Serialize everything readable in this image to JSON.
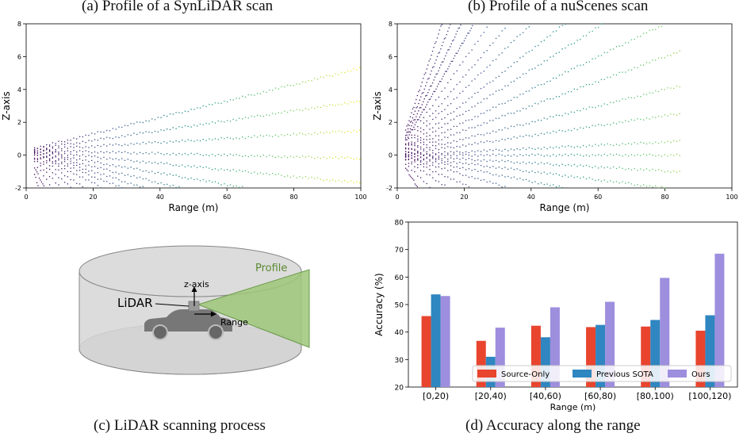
{
  "captions": {
    "a": "(a) Profile of a SynLiDAR scan",
    "b": "(b) Profile of a nuScenes scan",
    "c": "(c) LiDAR scanning process",
    "d": "(d) Accuracy along the range"
  },
  "diagram": {
    "profile_label": "Profile",
    "zaxis_label": "z-axis",
    "lidar_label": "LiDAR",
    "range_label": "Range"
  },
  "chart_data": [
    {
      "type": "scatter",
      "id": "a",
      "xlabel": "Range (m)",
      "ylabel": "Z-axis",
      "xlim": [
        0,
        100
      ],
      "ylim": [
        -2,
        8
      ],
      "xticks": [
        0,
        20,
        40,
        60,
        80,
        100
      ],
      "yticks": [
        -2,
        0,
        2,
        4,
        6,
        8
      ],
      "colormap": "viridis",
      "rays_slope": [
        0.05,
        0.03,
        0.012,
        -0.005,
        -0.02,
        -0.035,
        -0.05,
        -0.065,
        -0.08,
        -0.1,
        -0.13,
        -0.17,
        -0.22,
        -0.3,
        -0.42,
        -0.6
      ],
      "sensor_height": 0.3,
      "ray_max_range": 100
    },
    {
      "type": "scatter",
      "id": "b",
      "xlabel": "Range (m)",
      "ylabel": "Z-axis",
      "xlim": [
        0,
        100
      ],
      "ylim": [
        -2,
        8
      ],
      "xticks": [
        0,
        20,
        40,
        60,
        80,
        100
      ],
      "yticks": [
        -2,
        0,
        2,
        4,
        6,
        8
      ],
      "colormap": "viridis",
      "rays_slope": [
        0.6,
        0.5,
        0.42,
        0.35,
        0.29,
        0.24,
        0.2,
        0.16,
        0.13,
        0.1,
        0.075,
        0.05,
        0.03,
        0.01,
        0.0,
        -0.012,
        -0.025,
        -0.04,
        -0.06,
        -0.09,
        -0.13,
        -0.2,
        -0.32
      ],
      "sensor_height": 0.0,
      "ray_max_range": 85
    },
    {
      "type": "bar",
      "id": "d",
      "xlabel": "Range (m)",
      "ylabel": "Accuracy (%)",
      "ylim": [
        20,
        80
      ],
      "yticks": [
        20,
        30,
        40,
        50,
        60,
        70,
        80
      ],
      "categories": [
        "[0,20)",
        "[20,40)",
        "[40,60)",
        "[60,80)",
        "[80,100)",
        "[100,120)"
      ],
      "series": [
        {
          "name": "Source-Only",
          "color": "#e8442e",
          "values": [
            45.8,
            36.8,
            42.3,
            41.8,
            42.0,
            40.5
          ]
        },
        {
          "name": "Previous SOTA",
          "color": "#2f86c0",
          "values": [
            53.7,
            31.0,
            38.1,
            42.6,
            44.4,
            46.1
          ]
        },
        {
          "name": "Ours",
          "color": "#9e8ede",
          "values": [
            53.1,
            41.6,
            49.0,
            51.0,
            59.7,
            68.5
          ]
        }
      ],
      "legend": "lower-right"
    }
  ]
}
